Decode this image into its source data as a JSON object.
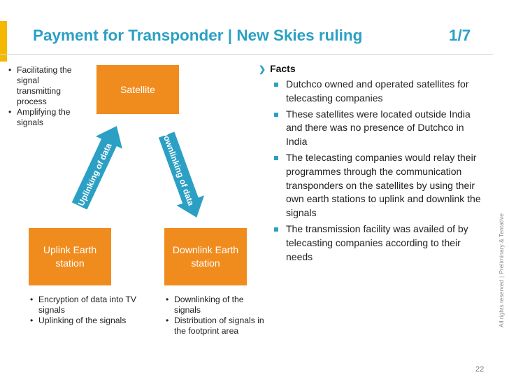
{
  "slide": {
    "title": "Payment for Transponder | New Skies ruling",
    "fraction": "1/7",
    "page_number": "22"
  },
  "diagram": {
    "satellite_label": "Satellite",
    "uplink_station_label": "Uplink Earth station",
    "downlink_station_label": "Downlink Earth station",
    "uplink_arrow_label": "Uplinking of data",
    "downlink_arrow_label": "Downlinking of data",
    "satellite_notes": [
      "Facilitating the signal transmitting process",
      "Amplifying the signals"
    ],
    "uplink_notes": [
      "Encryption of data into TV signals",
      "Uplinking of the signals"
    ],
    "downlink_notes": [
      "Downlinking of the signals",
      "Distribution of signals in the footprint area"
    ]
  },
  "facts": {
    "heading": "Facts",
    "items": [
      "Dutchco owned and operated satellites for telecasting companies",
      "These satellites were located outside India and there was no presence of Dutchco in India",
      "The telecasting companies would relay their programmes through the communication transponders on the satellites by using their own earth stations to uplink and downlink the signals",
      "The transmission facility was availed of by telecasting companies according to their needs"
    ]
  },
  "sidebar_note": {
    "rights": "All rights reserved",
    "status": "Preliminary & Tentative"
  },
  "colors": {
    "accent": "#2ba0c4",
    "box_orange": "#f08c1e",
    "accent_bar": "#f5b800"
  },
  "icons": {
    "facts_marker": "chevron-right-icon",
    "fact_bullet": "square-bullet-icon"
  }
}
